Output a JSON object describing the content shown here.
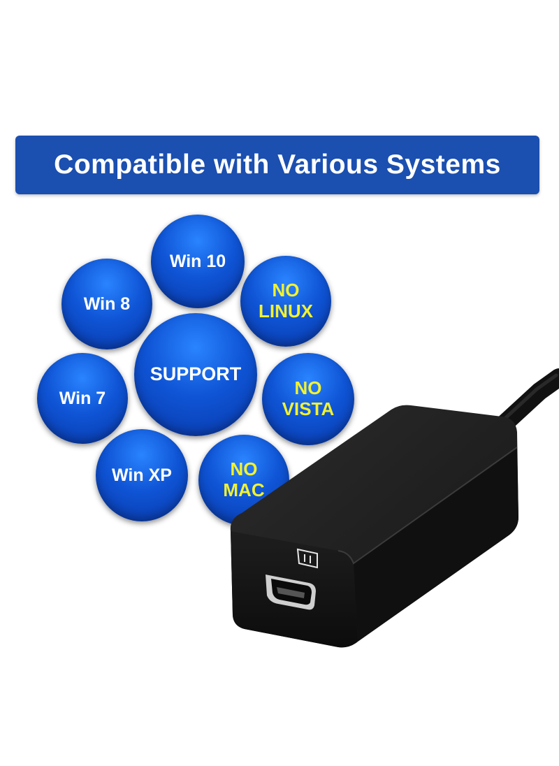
{
  "banner": {
    "title": "Compatible with Various Systems"
  },
  "circles": {
    "win10": [
      "Win 10"
    ],
    "win8": [
      "Win 8"
    ],
    "no_linux": [
      "NO",
      "LINUX"
    ],
    "support": [
      "SUPPORT"
    ],
    "win7": [
      "Win 7"
    ],
    "no_vista": [
      "NO",
      "VISTA"
    ],
    "winxp": [
      "Win XP"
    ],
    "no_mac": [
      "NO",
      "MAC"
    ]
  },
  "colors": {
    "banner": "#1b4fb0",
    "circle": "#0f55d6",
    "supported_text": "#ffffff",
    "unsupported_text": "#f2f230",
    "adapter": "#1a1a1a"
  },
  "icons": {
    "port_symbol": "hdmi-symbol-icon"
  }
}
